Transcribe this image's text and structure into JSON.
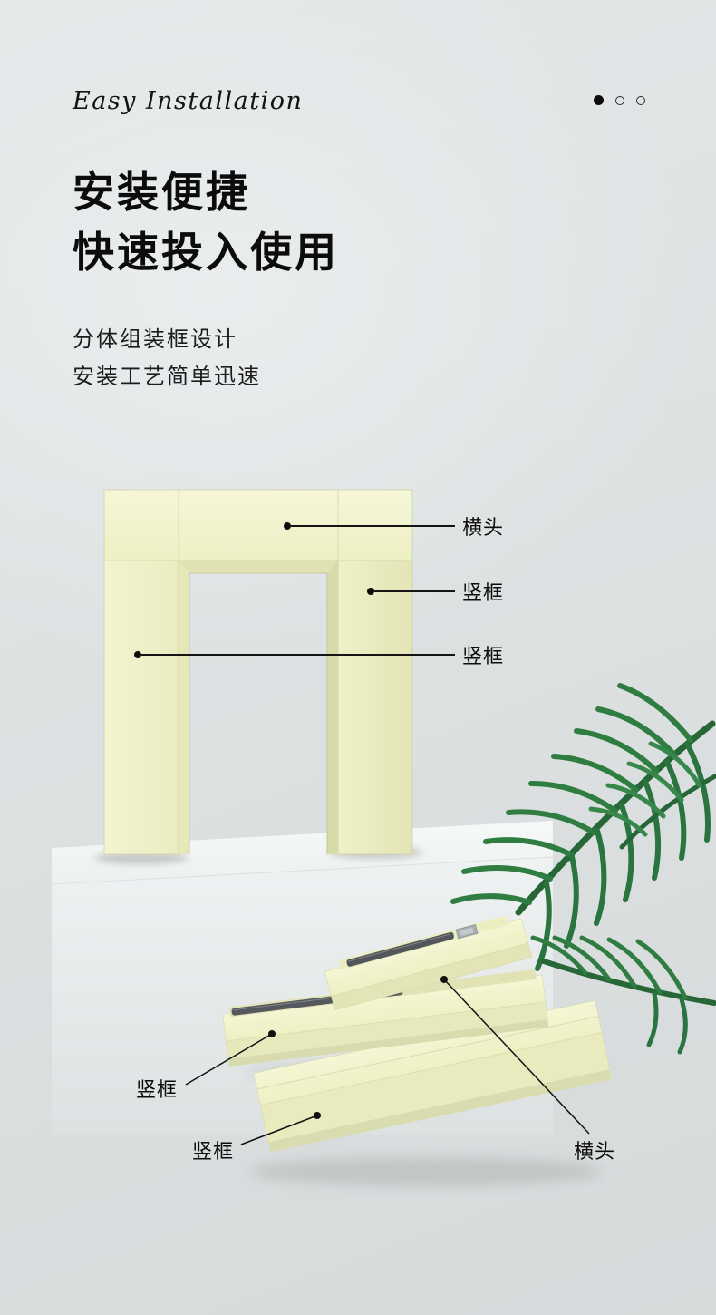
{
  "header": {
    "eyebrow": "Easy Installation",
    "pagination": {
      "count": 3,
      "active_index": 0
    }
  },
  "title": {
    "line1": "安装便捷",
    "line2": "快速投入使用"
  },
  "subtitle": {
    "line1": "分体组装框设计",
    "line2": "安装工艺简单迅速"
  },
  "callouts": {
    "assembled": [
      {
        "label": "横头"
      },
      {
        "label": "竖框"
      },
      {
        "label": "竖框"
      }
    ],
    "parts": [
      {
        "label": "竖框"
      },
      {
        "label": "竖框"
      },
      {
        "label": "横头"
      }
    ]
  },
  "colors": {
    "background": "#dfe3e4",
    "text": "#111111",
    "frame_cream": "#f2f3d0",
    "frame_shade": "#d7daa9",
    "pedestal_white": "#f2f4f4",
    "leaf_green": "#2f7d41",
    "seal_dark": "#55595d"
  }
}
